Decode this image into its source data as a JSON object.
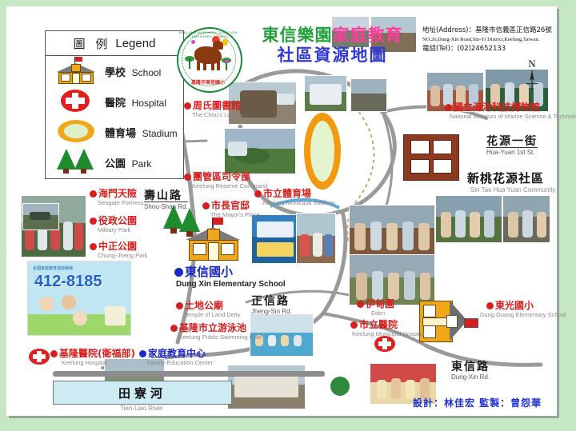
{
  "header": {
    "title_line1_green": "東信樂園",
    "title_line1_pink": "家庭教育",
    "title_line2": "社區資源地圖",
    "address_cn": "地址(Address)：基隆市信義區正信路26號",
    "address_en": "NO.26,Dung-Xin Road,Sin-Yi District,Keelung,Taiwan.",
    "tel": "電話(Tel)：(02)24652133",
    "compass_label": "N"
  },
  "logo": {
    "ring_text_en": "KEELUNG MUNICIPAL DUNG XIN ELEMENTARY SCHOOL",
    "ring_text_cn": "基隆市東信國小"
  },
  "legend": {
    "title_cn": "圖 例",
    "title_en": "Legend",
    "items": [
      {
        "icon": "school-icon",
        "cn": "學校",
        "en": "School"
      },
      {
        "icon": "hospital-icon",
        "cn": "醫院",
        "en": "Hospital"
      },
      {
        "icon": "stadium-icon",
        "cn": "體育場",
        "en": "Stadium"
      },
      {
        "icon": "park-icon",
        "cn": "公園",
        "en": "Park"
      }
    ]
  },
  "places": [
    {
      "cn": "周氏圖書館",
      "en": "The Chou's Library",
      "marker": "red"
    },
    {
      "cn": "團管區司令部",
      "en": "Keelung Reserve Command",
      "marker": "red"
    },
    {
      "cn": "市立體育場",
      "en": "Keelung Municipal Stadium",
      "marker": "red"
    },
    {
      "cn": "國立海洋科技博物館",
      "en": "National Museum of Marine Science & Technology",
      "marker": "red"
    },
    {
      "cn": "海門天險",
      "en": "Seagate Fortress",
      "marker": "red"
    },
    {
      "cn": "役政公園",
      "en": "Military Park",
      "marker": "red"
    },
    {
      "cn": "中正公園",
      "en": "Chung-Jheng Park",
      "marker": "red"
    },
    {
      "cn": "市長官邸",
      "en": "The Mayor's Place",
      "marker": "red"
    },
    {
      "cn": "東信國小",
      "en": "Dung Xin Elementary School",
      "marker": "blue"
    },
    {
      "cn": "土地公廟",
      "en": "Temple of Land Deity",
      "marker": "red"
    },
    {
      "cn": "基隆市立游泳池",
      "en": "Keelung Public Swimming Pool",
      "marker": "red"
    },
    {
      "cn": "伊甸園",
      "en": "Eden",
      "marker": "red"
    },
    {
      "cn": "市立醫院",
      "en": "Keelung Municipal Hospital",
      "marker": "red"
    },
    {
      "cn": "東光國小",
      "en": "Dung Guang Elementary School",
      "marker": "red"
    },
    {
      "cn": "基隆醫院(衛福部)",
      "en": "Keelung Hospital",
      "marker": "red"
    },
    {
      "cn": "家庭教育中心",
      "en": "Family Education Center",
      "marker": "blue"
    }
  ],
  "communities": [
    {
      "cn": "新桃花源社區",
      "en": "Sin Tao Hua Yuan Community"
    }
  ],
  "roads": [
    {
      "cn": "壽山路",
      "en": "Shou-Shan Rd."
    },
    {
      "cn": "花源一街",
      "en": "Hua-Yuan 1st St."
    },
    {
      "cn": "正信路",
      "en": "Jheng-Sin Rd."
    },
    {
      "cn": "東信路",
      "en": "Dung-Xin Rd."
    }
  ],
  "river": {
    "cn": "田寮河",
    "en": "Tien-Liao River"
  },
  "poster": {
    "hotline": "412-8185",
    "caption_cn": "全國家庭教育諮詢專線"
  },
  "credits": "設計：林佳宏  監製：曾怨華",
  "colors": {
    "frame_green": "#c6e7c4",
    "marker_red": "#d6201f",
    "marker_blue": "#1c28c8",
    "title_green": "#22a13a",
    "title_pink": "#ff3c9e",
    "title_blue": "#3237d8",
    "road_gray": "#9a9a9a",
    "river_blue": "#cdebf2",
    "stadium_orange": "#f2990f",
    "building_brown": "#8d3a20"
  }
}
